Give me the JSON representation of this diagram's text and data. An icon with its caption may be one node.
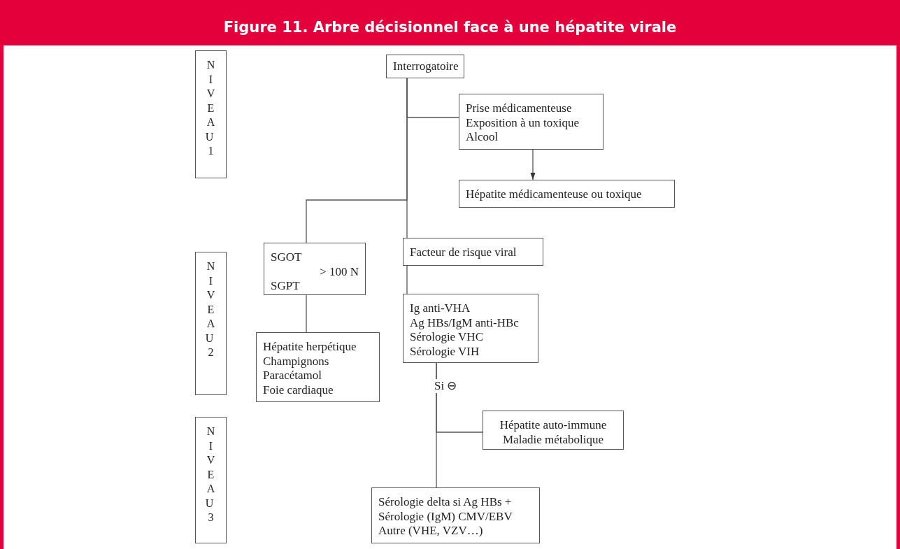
{
  "diagram": {
    "title": "Figure 11. Arbre décisionnel face à une hépatite virale",
    "nodes": [
      {
        "text": [
          "NIVEAU 1"
        ]
      },
      {
        "text": [
          "NIVEAU 2"
        ]
      },
      {
        "text": [
          "NIVEAU 3"
        ]
      },
      {
        "text": [
          "Interrogatoire"
        ]
      },
      {
        "text": [
          "Prise médicamenteuse",
          "Exposition à un toxique",
          "Alcool"
        ]
      },
      {
        "text": [
          "Hépatite médicamenteuse ou toxique"
        ]
      },
      {
        "text": [
          "SGOT",
          "> 100 N",
          "SGPT"
        ]
      },
      {
        "text": [
          "Facteur de risque viral"
        ]
      },
      {
        "text": [
          "Ig anti-VHA",
          "Ag HBs/IgM anti-HBc",
          "Sérologie VHC",
          "Sérologie VIH"
        ]
      },
      {
        "text": [
          "Hépatite herpétique",
          "Champignons",
          "Paracétamol",
          "Foie cardiaque"
        ]
      },
      {
        "text": [
          "Hépatite auto-immune",
          "Maladie métabolique"
        ]
      },
      {
        "text": [
          "Sérologie delta si Ag HBs +",
          "Sérologie (IgM) CMV/EBV",
          "Autre (VHE, VZV…)"
        ]
      }
    ],
    "edges": [
      {
        "from": 3,
        "to": 4,
        "arrow": "none"
      },
      {
        "from": 4,
        "to": 5,
        "arrow": "to"
      },
      {
        "from": 3,
        "to": 6,
        "arrow": "none"
      },
      {
        "from": 3,
        "to": 7,
        "arrow": "none"
      },
      {
        "from": 6,
        "to": 9,
        "arrow": "none"
      },
      {
        "from": 7,
        "to": 8,
        "arrow": "none"
      },
      {
        "from": 8,
        "to": 10,
        "arrow": "none"
      },
      {
        "from": 8,
        "to": 11,
        "arrow": "none",
        "label": "Si ⊖"
      }
    ]
  }
}
